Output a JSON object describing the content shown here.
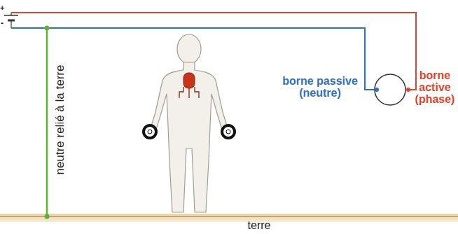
{
  "diagram": {
    "labels": [
      "+",
      "-",
      "neutre relié à la terre",
      "borne passive (neutre)",
      "borne active (phase)",
      "terre"
    ]
  }
}
